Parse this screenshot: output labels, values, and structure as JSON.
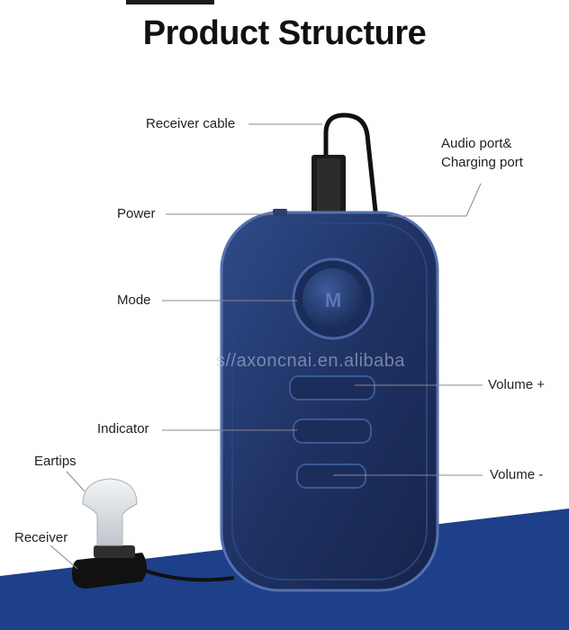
{
  "title": "Product Structure",
  "watermark": "s//axoncnai.en.alibaba",
  "labels": {
    "receiver_cable": "Receiver cable",
    "audio_port_line1": "Audio port&",
    "audio_port_line2": "Charging port",
    "power": "Power",
    "mode": "Mode",
    "volume_plus": "Volume +",
    "indicator": "Indicator",
    "volume_minus": "Volume -",
    "eartips": "Eartips",
    "receiver": "Receiver"
  },
  "mode_button_letter": "M",
  "colors": {
    "device_body": "#1f3264",
    "device_edge": "#3c5a96",
    "floor_band": "#1e3f8a",
    "leader_line": "#888888"
  }
}
